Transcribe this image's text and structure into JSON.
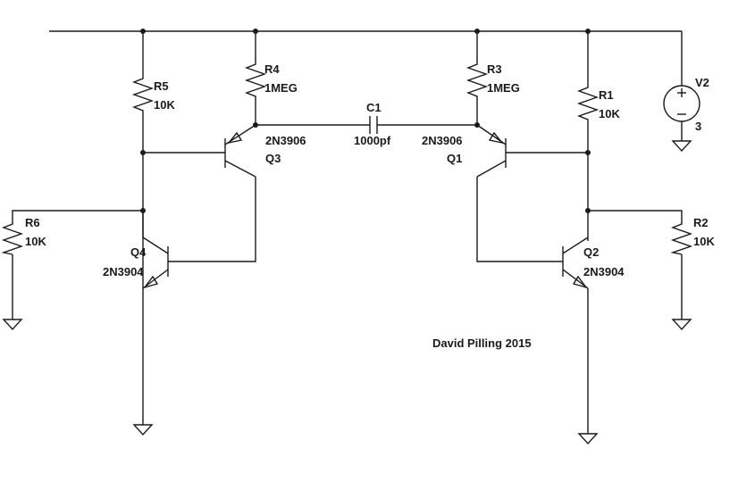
{
  "components": {
    "r5": {
      "ref": "R5",
      "value": "10K"
    },
    "r4": {
      "ref": "R4",
      "value": "1MEG"
    },
    "r3": {
      "ref": "R3",
      "value": "1MEG"
    },
    "r1": {
      "ref": "R1",
      "value": "10K"
    },
    "r6": {
      "ref": "R6",
      "value": "10K"
    },
    "r2": {
      "ref": "R2",
      "value": "10K"
    },
    "c1": {
      "ref": "C1",
      "value": "1000pf"
    },
    "q3": {
      "ref": "Q3",
      "model": "2N3906"
    },
    "q1": {
      "ref": "Q1",
      "model": "2N3906"
    },
    "q4": {
      "ref": "Q4",
      "model": "2N3904"
    },
    "q2": {
      "ref": "Q2",
      "model": "2N3904"
    },
    "v2": {
      "ref": "V2",
      "value": "3"
    }
  },
  "credit": "David Pilling 2015",
  "colors": {
    "ink": "#1a1a1a",
    "background": "#ffffff"
  }
}
